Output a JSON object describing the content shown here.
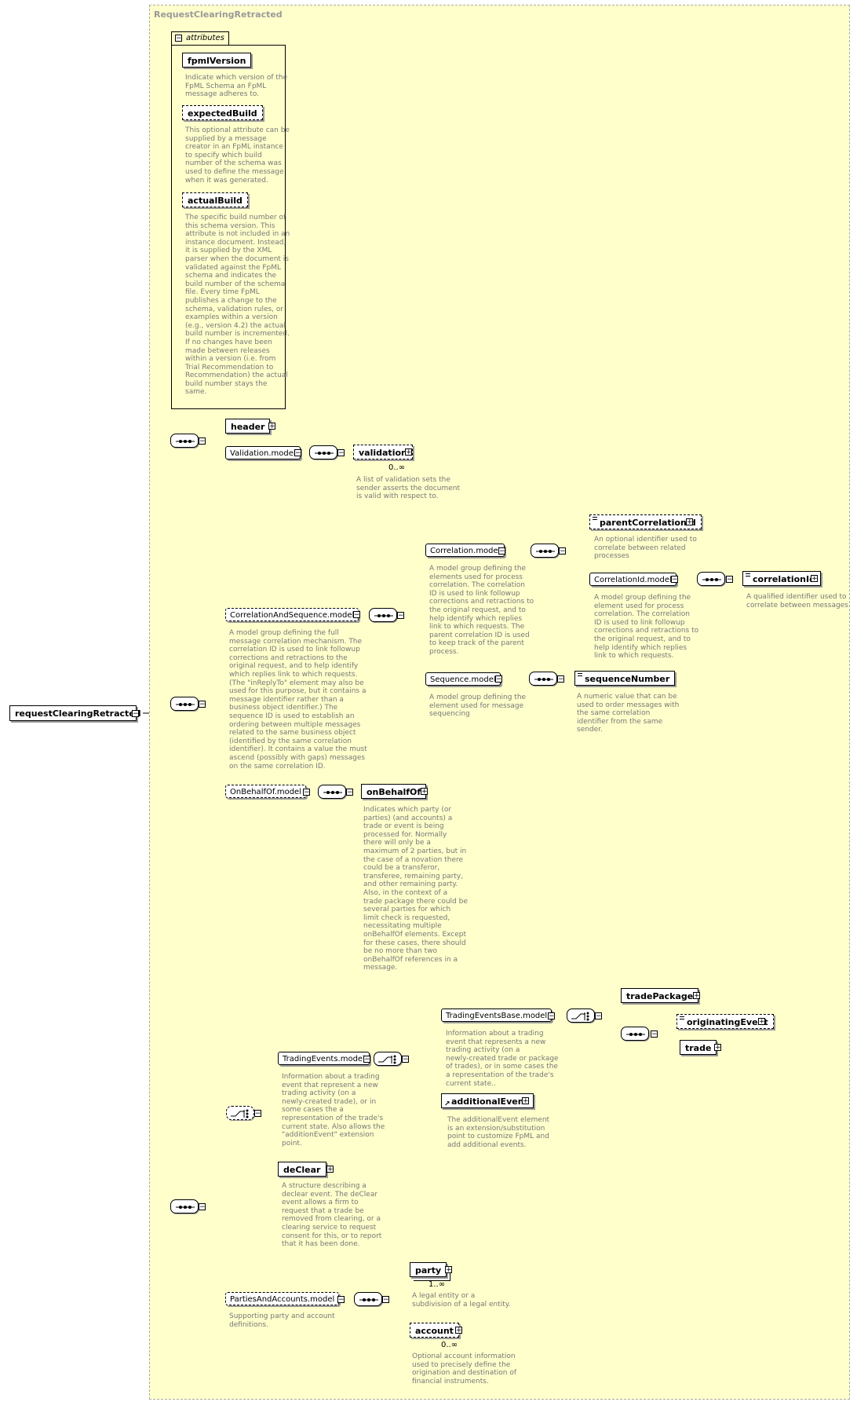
{
  "diagram": {
    "type_name": "RequestClearingRetracted",
    "root_element": "requestClearingRetracted",
    "attributes_label": "attributes",
    "attributes": [
      {
        "name": "fpmlVersion",
        "doc": "Indicate which version of the\nFpML Schema an FpML\nmessage adheres to."
      },
      {
        "name": "expectedBuild",
        "doc": "This optional attribute can be\nsupplied by a message\ncreator in an FpML instance\nto specify which build\nnumber of the schema was\nused to define the message\nwhen it was generated."
      },
      {
        "name": "actualBuild",
        "doc": "The specific build number of\nthis schema version. This\nattribute is not included in an\ninstance document. Instead,\nit is supplied by the XML\nparser when the document is\nvalidated against the FpML\nschema and indicates the\nbuild number of the schema\nfile. Every time FpML\npublishes a change to the\nschema, validation rules, or\nexamples within a version\n(e.g., version 4.2) the actual\nbuild number is incremented.\nIf no changes have been\nmade between releases\nwithin a version (i.e. from\nTrial Recommendation to\nRecommendation) the actual\nbuild number stays the\nsame."
      }
    ],
    "header": "header",
    "validation_model": "Validation.model",
    "validation": {
      "name": "validation",
      "occurs": "0..∞",
      "doc": "A list of validation sets the\nsender asserts the document\nis valid with respect to."
    },
    "correlation_and_sequence": {
      "name": "CorrelationAndSequence.model",
      "doc": "A model group defining the full\nmessage correlation mechanism. The\ncorrelation ID is used to link followup\ncorrections and retractions to the\noriginal request, and to help identify\nwhich replies link to which requests.\n(The \"inReplyTo\" element may also be\nused for this purpose, but it contains a\nmessage identifier rather than a\nbusiness object identifier.) The\nsequence ID is used to establish an\nordering between multiple messages\nrelated to the same business object\n(identified by the same correlation\nidentifier). It contains a value the must\nascend (possibly with gaps) messages\non the same correlation ID."
    },
    "correlation_model": {
      "name": "Correlation.model",
      "doc": "A model group defining the\nelements used for process\ncorrelation. The correlation\nID is used to link followup\ncorrections and retractions to\nthe original request, and to\nhelp identify which replies\nlink to which requests. The\nparent correlation ID is used\nto keep track of the parent\nprocess."
    },
    "parent_correlation_id": {
      "name": "parentCorrelationId",
      "doc": "An optional identifier used to\ncorrelate between related\nprocesses"
    },
    "correlation_id_model": {
      "name": "CorrelationId.model",
      "doc": "A model group defining the\nelement used for process\ncorrelation. The correlation\nID is used to link followup\ncorrections and retractions to\nthe original request, and to\nhelp identify which replies\nlink to which requests."
    },
    "correlation_id": {
      "name": "correlationId",
      "doc": "A qualified identifier used to\ncorrelate between messages"
    },
    "sequence_model": {
      "name": "Sequence.model",
      "doc": "A model group defining the\nelement used for message\nsequencing"
    },
    "sequence_number": {
      "name": "sequenceNumber",
      "doc": "A numeric value that can be\nused to order messages with\nthe same correlation\nidentifier from the same\nsender."
    },
    "on_behalf_of_model": {
      "name": "OnBehalfOf.model"
    },
    "on_behalf_of": {
      "name": "onBehalfOf",
      "doc": "Indicates which party (or\nparties) (and accounts) a\ntrade or event is being\nprocessed for. Normally\nthere will only be a\nmaximum of 2 parties, but in\nthe case of a novation there\ncould be a transferor,\ntransferee, remaining party,\nand other remaining party.\nAlso, in the context of a\ntrade package there could be\nseveral parties for which\nlimit check is requested,\nnecessitating multiple\nonBehalfOf elements. Except\nfor these cases, there should\nbe no more than two\nonBehalfOf references in a\nmessage."
    },
    "trading_events": {
      "name": "TradingEvents.model",
      "doc": "Information about a trading\nevent that represent a new\ntrading activity (on a\nnewly-created trade), or in\nsome cases the a\nrepresentation of the trade's\ncurrent state. Also allows the\n\"additionEvent\" extension\npoint."
    },
    "trading_events_base": {
      "name": "TradingEventsBase.model",
      "doc": "Information about a trading\nevent that represents a new\ntrading activity (on a\nnewly-created trade or package\nof trades), or in some cases the\na representation of the trade's\ncurrent state.."
    },
    "trade_package": "tradePackage",
    "originating_event": "originatingEvent",
    "trade": "trade",
    "additional_event": {
      "name": "additionalEvent",
      "doc": "The additionalEvent element\nis an extension/substitution\npoint to customize FpML and\nadd additional events."
    },
    "de_clear": {
      "name": "deClear",
      "doc": "A structure describing a\ndeclear event. The deClear\nevent allows a firm to\nrequest that a trade be\nremoved from clearing, or a\nclearing service to request\nconsent for this, or to report\nthat it has been done."
    },
    "parties_and_accounts": {
      "name": "PartiesAndAccounts.model",
      "doc": "Supporting party and account\ndefinitions."
    },
    "party": {
      "name": "party",
      "occurs": "1..∞",
      "doc": "A legal entity or a\nsubdivision of a legal entity."
    },
    "account": {
      "name": "account",
      "occurs": "0..∞",
      "doc": "Optional account information\nused to precisely define the\norigination and destination of\nfinancial instruments."
    }
  }
}
